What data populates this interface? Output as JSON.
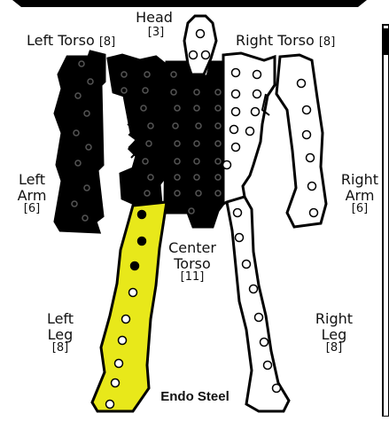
{
  "colors": {
    "outline": "#000000",
    "filled_section": "#000000",
    "empty_section": "#ffffff",
    "endo_section": "#e8e81a",
    "pip_open": "#ffffff",
    "pip_filled": "#000000"
  },
  "labels": {
    "head": {
      "name": "Head",
      "count": "[3]"
    },
    "left_torso": {
      "name": "Left Torso",
      "count": "[8]"
    },
    "right_torso": {
      "name": "Right Torso",
      "count": "[8]"
    },
    "left_arm": {
      "name1": "Left",
      "name2": "Arm",
      "count": "[6]"
    },
    "right_arm": {
      "name1": "Right",
      "name2": "Arm",
      "count": "[6]"
    },
    "center_torso": {
      "name1": "Center",
      "name2": "Torso",
      "count": "[11]"
    },
    "left_leg": {
      "name1": "Left",
      "name2": "Leg",
      "count": "[8]"
    },
    "right_leg": {
      "name1": "Right",
      "name2": "Leg",
      "count": "[8]"
    }
  },
  "structure_type": "Endo Steel"
}
